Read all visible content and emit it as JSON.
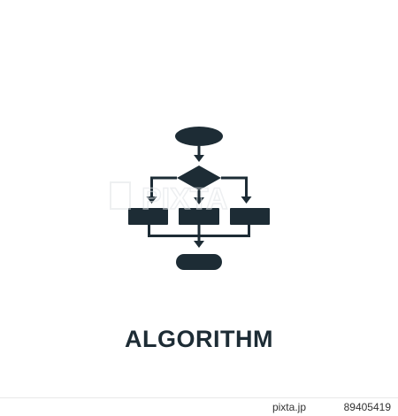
{
  "icon": {
    "name": "algorithm-flowchart-icon",
    "color": "#1d2c35"
  },
  "title": "ALGORITHM",
  "watermark": {
    "text": "PIXTA",
    "color": "#d9dde0"
  },
  "footer": {
    "site": "pixta.jp",
    "image_id": "89405419"
  }
}
